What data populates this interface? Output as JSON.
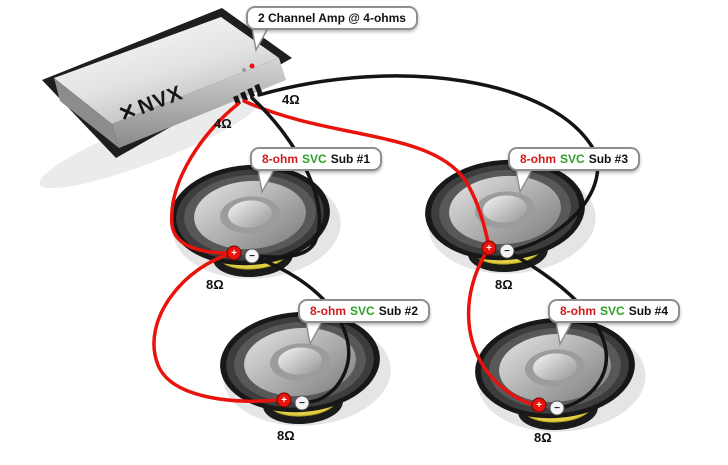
{
  "amp": {
    "callout": "2 Channel Amp @ 4-ohms",
    "brand_mark": "✕",
    "brand": "NVX",
    "left_channel_impedance": "4Ω",
    "right_channel_impedance": "4Ω"
  },
  "subs": [
    {
      "ohm": "8-ohm",
      "type": "SVC",
      "name": "Sub #1",
      "impedance": "8Ω"
    },
    {
      "ohm": "8-ohm",
      "type": "SVC",
      "name": "Sub #2",
      "impedance": "8Ω"
    },
    {
      "ohm": "8-ohm",
      "type": "SVC",
      "name": "Sub #3",
      "impedance": "8Ω"
    },
    {
      "ohm": "8-ohm",
      "type": "SVC",
      "name": "Sub #4",
      "impedance": "8Ω"
    }
  ],
  "terminals": {
    "positive": "+",
    "negative": "−"
  },
  "colors": {
    "ohm_text": "#d11a1a",
    "svc_text": "#2fa12b",
    "positive_wire": "#e8130c",
    "negative_wire": "#141414"
  }
}
